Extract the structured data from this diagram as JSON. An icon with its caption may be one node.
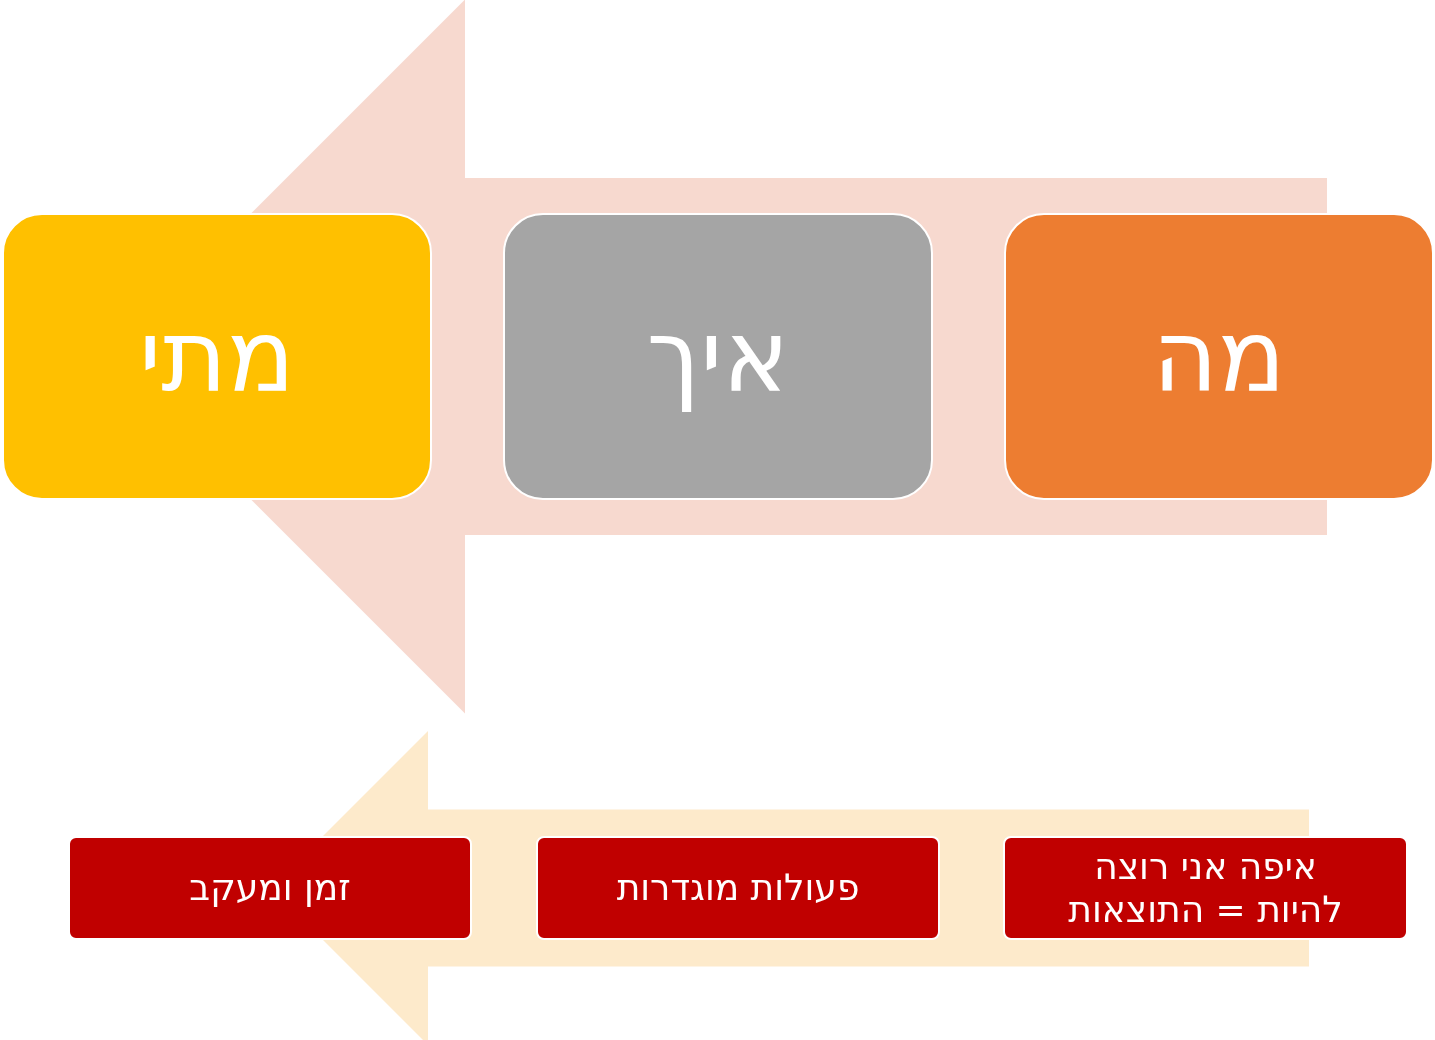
{
  "diagram": {
    "nodes": [
      {
        "text": [
          "מה"
        ]
      },
      {
        "text": [
          "איך"
        ]
      },
      {
        "text": [
          "מתי"
        ]
      },
      {
        "text": [
          "איפה אני רוצה להיות = התוצאות"
        ]
      },
      {
        "text": [
          "פעולות מוגדרות"
        ]
      },
      {
        "text": [
          "זמן ומעקב"
        ]
      }
    ],
    "edges": [
      {
        "from": 0,
        "to": 2,
        "arrow": "to"
      },
      {
        "from": 3,
        "to": 5,
        "arrow": "to"
      }
    ]
  }
}
